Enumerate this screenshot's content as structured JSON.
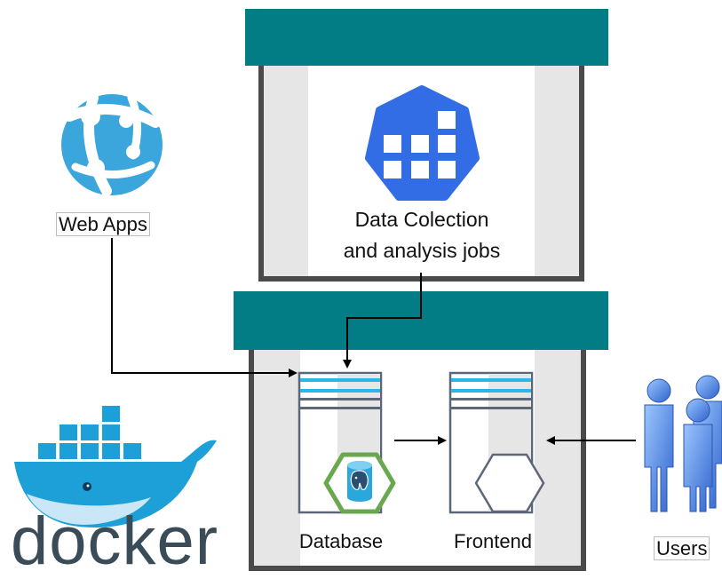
{
  "nodes": {
    "web_apps": {
      "label": "Web Apps",
      "icon": "web-apps-globe-icon"
    },
    "k8s_job": {
      "label_line1": "Data Colection",
      "label_line2": "and analysis jobs",
      "icon": "kubernetes-job-icon"
    },
    "database": {
      "label": "Database",
      "icon": "postgresql-icon"
    },
    "frontend": {
      "label": "Frontend",
      "icon": "hexagon-icon"
    },
    "users": {
      "label": "Users",
      "icon": "users-icon"
    },
    "docker": {
      "label": "docker",
      "icon": "docker-whale-icon"
    }
  },
  "colors": {
    "header_teal": "#027d86",
    "frame_gray": "#4a4a4a",
    "inner_gray": "#e6e6e6",
    "server_border": "#5c6778",
    "server_stripe": "#29b6e8",
    "kubernetes_blue": "#326de6",
    "docker_blue": "#1d9fd8",
    "docker_text": "#394c58",
    "postgres_green": "#6aa84f",
    "users_blue": "#3a78d8"
  }
}
